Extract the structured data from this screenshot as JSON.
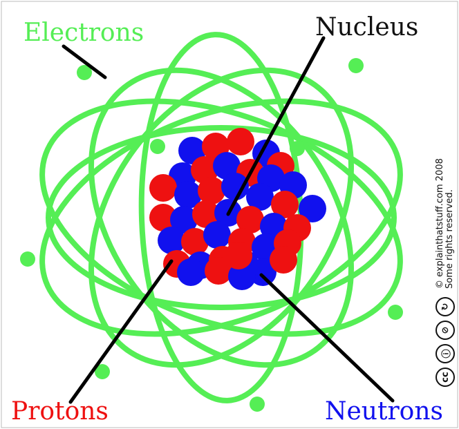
{
  "labels": {
    "electrons": "Electrons",
    "nucleus": "Nucleus",
    "protons": "Protons",
    "neutrons": "Neutrons"
  },
  "credit": {
    "line1": "© explainthatstuff.com 2008",
    "line2": "Some rights reserved.",
    "icons": [
      {
        "name": "cc-icon",
        "glyph": "cc"
      },
      {
        "name": "attribution-icon",
        "glyph": "ⓘ"
      },
      {
        "name": "noncommercial-icon",
        "glyph": "⊘"
      },
      {
        "name": "sharealike-icon",
        "glyph": "↻"
      }
    ]
  },
  "colors": {
    "orbit": "#55ee55",
    "proton": "#ee1111",
    "neutron": "#1111ee",
    "electrons_label": "#55ee55",
    "nucleus_label": "#111111",
    "protons_label": "#ee1111",
    "neutrons_label": "#1111ee",
    "pointer": "#000000"
  }
}
